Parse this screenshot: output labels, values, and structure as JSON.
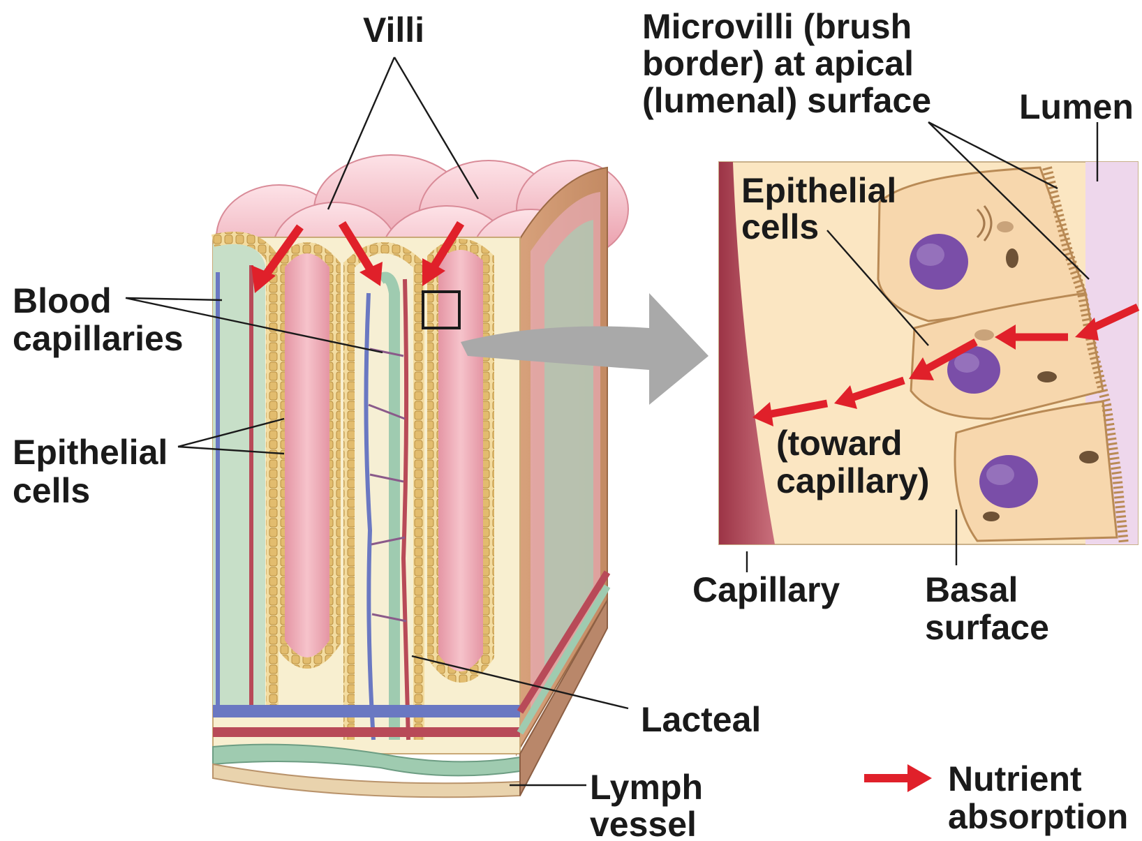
{
  "labels": {
    "villi": "Villi",
    "microvilli": [
      "Microvilli (brush",
      "border) at apical",
      "(lumenal) surface"
    ],
    "lumen": "Lumen",
    "epithelial_cells_inset": [
      "Epithelial",
      "cells"
    ],
    "blood_capillaries": [
      "Blood",
      "capillaries"
    ],
    "epithelial_cells_left": [
      "Epithelial",
      "cells"
    ],
    "toward_capillary": [
      "(toward",
      "capillary)"
    ],
    "capillary": "Capillary",
    "basal_surface": [
      "Basal",
      "surface"
    ],
    "lacteal": "Lacteal",
    "lymph_vessel": [
      "Lymph",
      "vessel"
    ],
    "legend": [
      "Nutrient",
      "absorption"
    ]
  },
  "colors": {
    "nutrient_arrow": "#e0202a",
    "villus_pink": "#f2b7c0",
    "epithelium_tan": "#e6c98a",
    "capillary_red": "#b84a58",
    "capillary_blue": "#6a78c2",
    "lacteal_green": "#9fcbb0",
    "cell_cytoplasm": "#fbe3c0",
    "nucleus_purple": "#7a4ea8",
    "lumen_lilac": "#eed7ec",
    "pointer_gray": "#a9a9a9"
  }
}
